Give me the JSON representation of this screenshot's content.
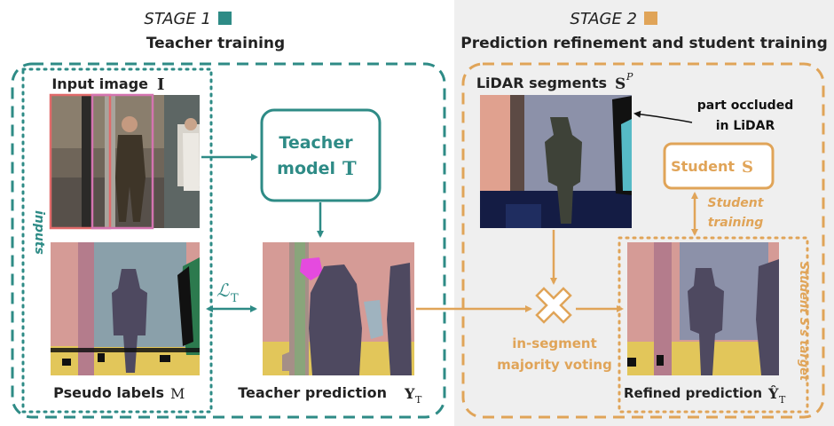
{
  "stage1": {
    "title": "STAGE 1",
    "subtitle": "Teacher training",
    "color": "#2e8b86"
  },
  "stage2": {
    "title": "STAGE 2",
    "subtitle": "Prediction refinement and student training",
    "color": "#e0a458"
  },
  "labels": {
    "input_image": "Input image",
    "input_symbol": "I",
    "inputs_side": "inputs",
    "pseudo_labels": "Pseudo labels",
    "pseudo_symbol": "M",
    "teacher_line1": "Teacher",
    "teacher_line2": "model",
    "teacher_symbol": "T",
    "teacher_prediction": "Teacher prediction",
    "teacher_pred_symbol": "Y",
    "teacher_pred_sub": "T",
    "loss_symbol": "ℒ",
    "loss_sub": "T",
    "lidar_segments": "LiDAR segments",
    "lidar_symbol": "S",
    "lidar_sup": "P",
    "occluded_line1": "part occluded",
    "occluded_line2": "in LiDAR",
    "student_label": "Student",
    "student_symbol": "S",
    "student_training_line1": "Student",
    "student_training_line2": "training",
    "voting_line1": "in-segment",
    "voting_line2": "majority voting",
    "refined_prediction": "Refined prediction",
    "refined_symbol": "Ŷ",
    "refined_sub": "T",
    "students_target": "Student S's target"
  }
}
